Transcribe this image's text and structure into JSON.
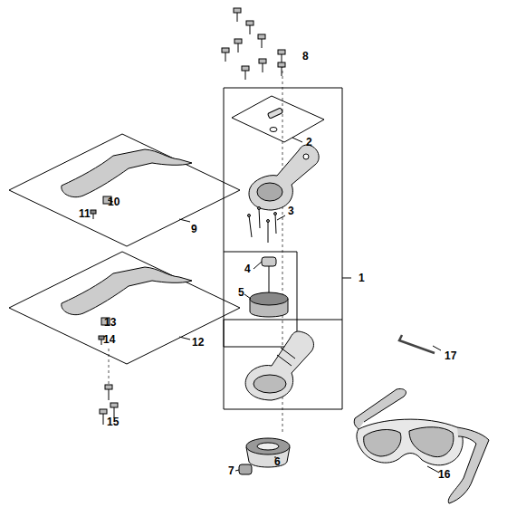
{
  "diagram": {
    "labels": [
      "8",
      "2",
      "10",
      "3",
      "11",
      "9",
      "4",
      "5",
      "1",
      "13",
      "12",
      "14",
      "17",
      "15",
      "6",
      "16",
      "7"
    ]
  }
}
